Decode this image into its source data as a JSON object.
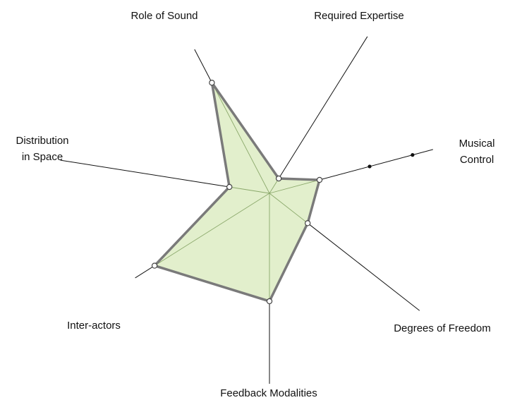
{
  "chart_data": {
    "type": "radar",
    "axes": [
      {
        "label": [
          "Role of Sound"
        ],
        "value": 0.707
      },
      {
        "label": [
          "Required Expertise"
        ],
        "value": 0.099
      },
      {
        "label": [
          "Musical",
          "Control"
        ],
        "value": 0.294
      },
      {
        "label": [
          "Degrees of Freedom"
        ],
        "value": 0.275
      },
      {
        "label": [
          "Feedback Modalities"
        ],
        "value": 0.612
      },
      {
        "label": [
          "Inter-actors"
        ],
        "value": 0.77
      },
      {
        "label": [
          "Distribution",
          "in Space"
        ],
        "value": 0.23
      }
    ],
    "tick_marks": [
      {
        "axis": 2,
        "value": 0.588
      },
      {
        "axis": 2,
        "value": 0.84
      }
    ],
    "colors": {
      "fill": "#e2efcc",
      "outline": "#7a7a7a",
      "inner_spokes": "#8aa86a",
      "axis_lines": "#111111"
    }
  }
}
